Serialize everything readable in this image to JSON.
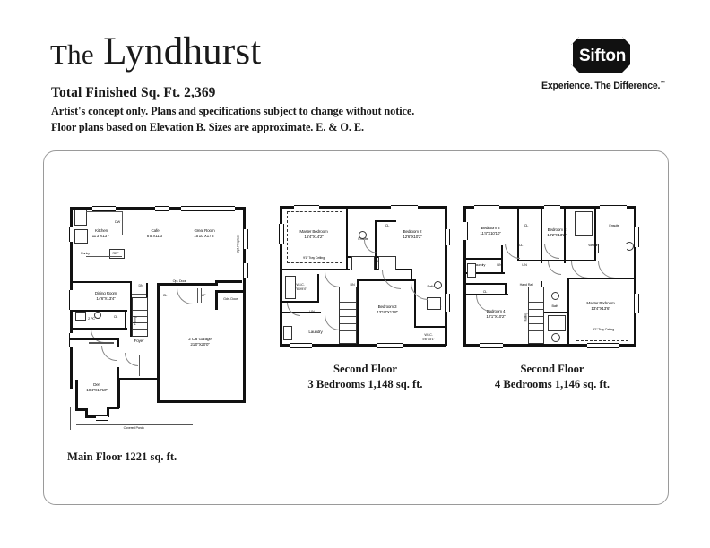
{
  "header": {
    "the": "The",
    "model_name": "Lyndhurst",
    "total_sqft_line": "Total Finished Sq. Ft. 2,369",
    "disclaimer_line1": "Artist's concept only.  Plans and specifications subject to change without notice.",
    "disclaimer_line2": "Floor plans based on Elevation B.  Sizes are approximate.  E. & O. E."
  },
  "logo": {
    "brand": "Sifton",
    "tagline": "Experience. The Difference.",
    "tm": "™",
    "badge_color": "#111111"
  },
  "plans": {
    "main": {
      "caption": "Main Floor 1221 sq. ft.",
      "rooms": [
        {
          "name": "Kitchen",
          "dims": "11'3\"X13'7\""
        },
        {
          "name": "Cafe",
          "dims": "8'5\"X11'3\""
        },
        {
          "name": "Great Room",
          "dims": "15'10\"X17'3\""
        },
        {
          "name": "Dining Room",
          "dims": "14'6\"X13'4\""
        },
        {
          "name": "2 Car Garage",
          "dims": "21'0\"X20'0\""
        },
        {
          "name": "Den",
          "dims": "10'4\"X12'10\""
        }
      ],
      "labels": {
        "pantry": "Pantry",
        "ref": "REF",
        "dw": "DW",
        "foyer": "Foyer",
        "two_pc": "2 PC",
        "cl_a": "CL",
        "cl_b": "CL",
        "up": "UP",
        "dn": "DN",
        "pantry2": "Pantry",
        "opt_door": "Opt. Door",
        "gdn_door": "Gdn. Door",
        "covered_porch": "Covered Porch",
        "fireplace": "Opt. Fireplace"
      }
    },
    "second_three": {
      "caption_line1": "Second Floor",
      "caption_line2": "3 Bedrooms 1,148 sq. ft.",
      "rooms": [
        {
          "name": "Master Bedroom",
          "dims": "15'4\"X14'2\""
        },
        {
          "name": "Bedroom 2",
          "dims": "12'6\"X10'2\""
        },
        {
          "name": "Bedroom 3",
          "dims": "13'10\"X13'8\""
        },
        {
          "name": "W.I.C.",
          "dims": "7'6\"X9'4\""
        },
        {
          "name": "W.I.C.",
          "dims": "5'6\"X5'1\""
        }
      ],
      "labels": {
        "ensuite": "Ensuite",
        "bath": "Bath",
        "laundry": "Laundry",
        "lin": "LIN",
        "cl_a": "CL",
        "cl_b": "CL",
        "cl_c": "CL",
        "dn": "DN",
        "tray_ceiling": "9'1\" Tray Ceiling",
        "railing": "Railing"
      }
    },
    "second_four": {
      "caption_line1": "Second Floor",
      "caption_line2": "4 Bedrooms 1,146 sq. ft.",
      "rooms": [
        {
          "name": "Bedroom 3",
          "dims": "11'4\"X10'10\""
        },
        {
          "name": "Bedroom 2",
          "dims": "10'2\"X13'2\""
        },
        {
          "name": "Bedroom 4",
          "dims": "12'1\"X10'2\""
        },
        {
          "name": "Master Bedroom",
          "dims": "13'4\"X13'6\""
        }
      ],
      "labels": {
        "ensuite": "Ensuite",
        "bath": "Bath",
        "laundry": "Laundry",
        "walk_in_closet": "Walk-in Closet",
        "lin_a": "LIN",
        "lin_b": "LIN",
        "cl_a": "CL",
        "cl_b": "CL",
        "cl_c": "CL",
        "dn": "DN",
        "hand_rail": "Hand Rail",
        "railing": "Railing",
        "tray_ceiling": "9'1\" Tray Ceiling"
      }
    }
  }
}
